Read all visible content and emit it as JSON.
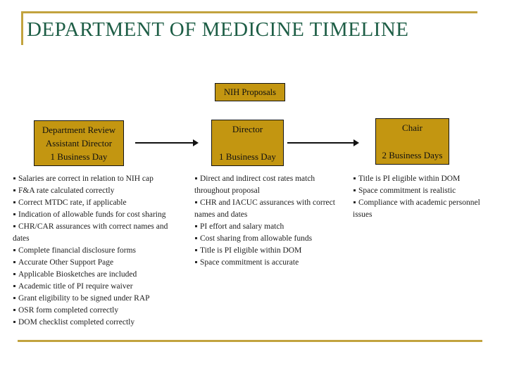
{
  "slide": {
    "title": "DEPARTMENT OF MEDICINE TIMELINE"
  },
  "colors": {
    "box_gold": "#C39611",
    "rule_gold": "#C2A33E",
    "title_green": "#1E5E46",
    "arrow_black": "#111111"
  },
  "flow": {
    "start_label": "NIH Proposals",
    "steps": [
      {
        "title": "Department Review",
        "subtitle": "Assistant Director",
        "duration": "1 Business Day",
        "checklist": [
          "Salaries are correct in relation to NIH cap",
          "F&A rate calculated correctly",
          "Correct MTDC rate, if applicable",
          "Indication of allowable funds for cost sharing",
          "CHR/CAR assurances with correct names and dates",
          "Complete financial disclosure forms",
          "Accurate Other Support Page",
          "Applicable Biosketches are included",
          "Academic title of PI require waiver",
          "Grant eligibility to be signed under RAP",
          "OSR form completed correctly",
          "DOM checklist completed correctly"
        ]
      },
      {
        "title": "Director",
        "subtitle": "",
        "duration": "1 Business Day",
        "checklist": [
          "Direct and indirect cost rates match throughout proposal",
          "CHR and IACUC assurances with correct names and dates",
          "PI effort and salary match",
          "Cost sharing from allowable funds",
          "Title is PI eligible within DOM",
          "Space commitment is accurate"
        ]
      },
      {
        "title": "Chair",
        "subtitle": "",
        "duration": "2 Business Days",
        "checklist": [
          "Title is PI eligible within DOM",
          "Space commitment is realistic",
          "Compliance with academic personnel issues"
        ]
      }
    ]
  }
}
